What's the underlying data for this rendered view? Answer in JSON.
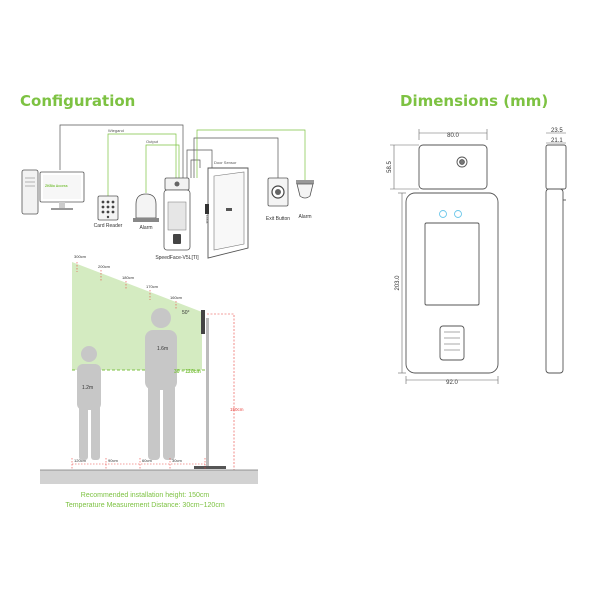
{
  "config": {
    "title": "Configuration",
    "wire_labels": {
      "wiegand": "Wiegand",
      "output": "Output",
      "door_sensor": "Door Sensor",
      "lock": "Lock"
    },
    "device_labels": {
      "pc_brand": "ZKBio Access",
      "card_reader": "Card Reader",
      "alarm": "Alarm",
      "terminal": "SpeedFace-V5L[TI]",
      "exit_button": "Exit Button",
      "alarm2": "Alarm"
    },
    "install": {
      "angle": "50°",
      "range": "30 ~ 120cm",
      "heights": [
        "300cm",
        "200cm",
        "180cm",
        "170cm",
        "160cm"
      ],
      "person_short_height": "1.2m",
      "person_tall_height": "1.6m",
      "mount_height": "150cm",
      "floor_distances": [
        "120cm",
        "90cm",
        "60cm",
        "30cm"
      ]
    },
    "captions": {
      "line1": "Recommended installation height: 150cm",
      "line2": "Temperature Measurement Distance: 30cm~120cm"
    }
  },
  "dims": {
    "title": "Dimensions (mm)",
    "top_width": "80.0",
    "camera_height": "58.5",
    "body_height": "203.0",
    "body_width": "92.0",
    "side_top": "23.5",
    "side_body": "21.1"
  },
  "colors": {
    "accent": "#7dc242",
    "line": "#555555",
    "red": "#e8413c",
    "zone": "#cde8b6"
  }
}
